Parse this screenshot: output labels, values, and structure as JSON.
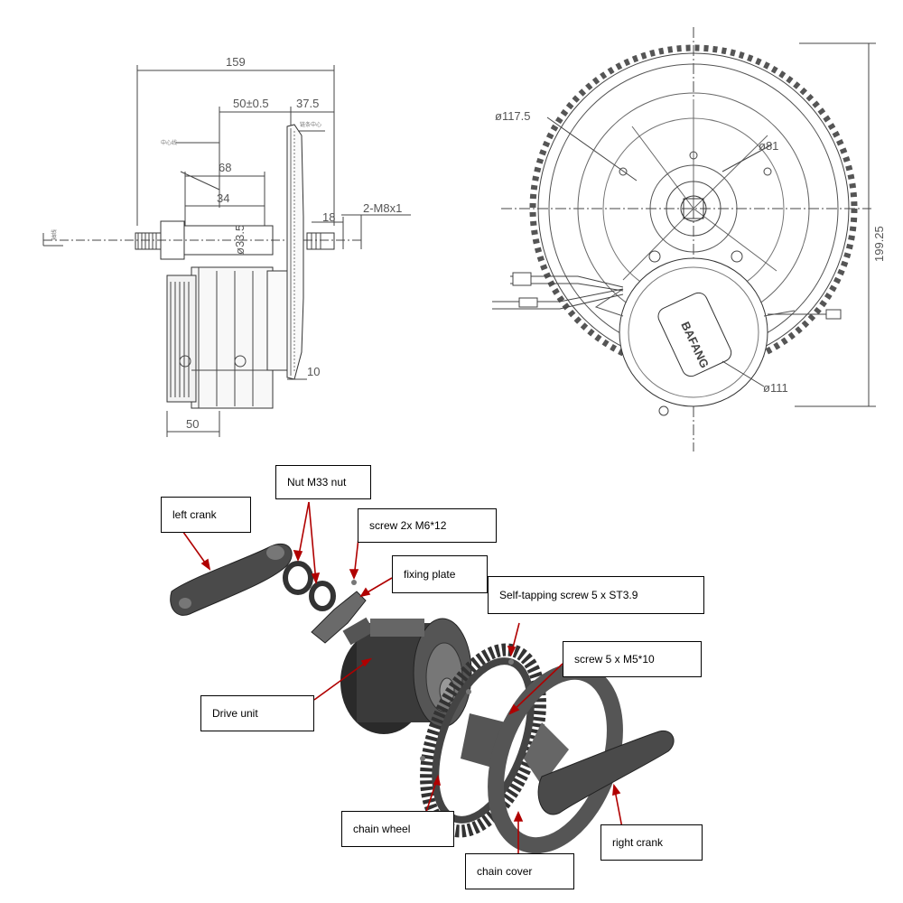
{
  "side_view": {
    "dim_overall": "159",
    "dim_offset": "50±0.5",
    "dim_chainline": "37.5",
    "dim_68": "68",
    "dim_34": "34",
    "dim_shaft": "ø33.5",
    "dim_18": "18",
    "dim_bolts": "2-M8x1",
    "dim_10": "10",
    "dim_50": "50",
    "tiny_1": "中心线",
    "tiny_2": "链条中心",
    "tiny_3": "轴线"
  },
  "front_view": {
    "dim_1175": "ø117.5",
    "dim_81": "ø81",
    "dim_111": "ø111",
    "dim_height": "199.25",
    "motor_logo": "BAFANG"
  },
  "exploded": {
    "labels": {
      "nut": "Nut M33 nut",
      "left_crank": "left crank",
      "screw_m6": "screw 2x M6*12",
      "fixing_plate": "fixing plate",
      "self_tapping": "Self-tapping screw 5 x ST3.9",
      "screw_m5": "screw 5 x M5*10",
      "drive_unit": "Drive unit",
      "chain_wheel": "chain wheel",
      "right_crank": "right crank",
      "chain_cover": "chain cover"
    }
  }
}
